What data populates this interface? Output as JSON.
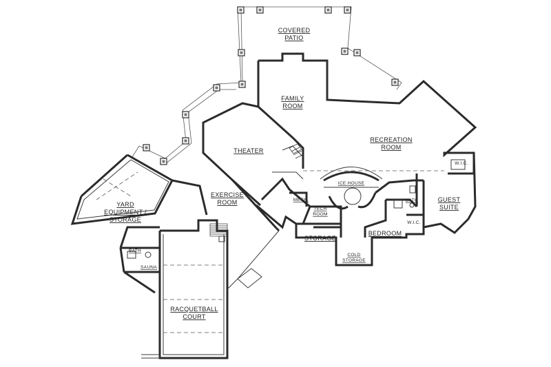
{
  "rooms": {
    "covered_patio": [
      "COVERED",
      "PATIO"
    ],
    "family_room": [
      "FAMILY",
      "ROOM"
    ],
    "recreation_room": [
      "RECREATION",
      "ROOM"
    ],
    "theater": "THEATER",
    "exercise_room": [
      "EXERCISE",
      "ROOM"
    ],
    "yard_storage": [
      "YARD",
      "EQUIPMENT /",
      "STORAGE"
    ],
    "racquetball": [
      "RACQUETBALL",
      "COURT"
    ],
    "ice_house": "ICE HOUSE",
    "storage": "STORAGE",
    "cold_storage": [
      "COLD",
      "STORAGE"
    ],
    "bedroom": "BEDROOM",
    "guest_suite": [
      "GUEST",
      "SUITE"
    ],
    "bath_left": "BATH",
    "sauna": "SAUNA",
    "bath_right": "BATH",
    "wic_top": "W.I.C.",
    "wic_bottom": "W.I.C.",
    "mech": "MECH.",
    "tech_room": [
      "TECH",
      "ROOM"
    ]
  }
}
